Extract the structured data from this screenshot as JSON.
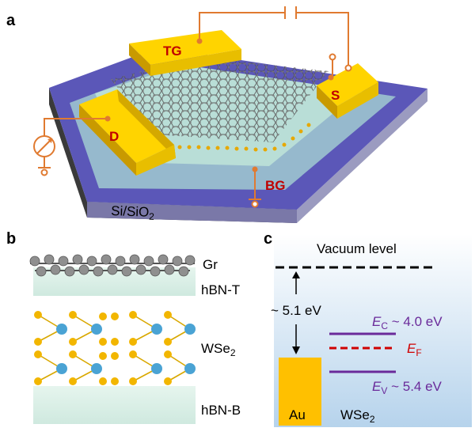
{
  "panel_a": {
    "label": "a",
    "electrodes": {
      "tg": "TG",
      "source": "S",
      "drain": "D",
      "bg": "BG"
    },
    "substrate": "Si/SiO",
    "substrate_sub": "2"
  },
  "panel_b": {
    "label": "b",
    "layers": {
      "gr": "Gr",
      "hbn_t": "hBN-T",
      "wse": "WSe",
      "wse_sub": "2",
      "hbn_b": "hBN-B"
    }
  },
  "panel_c": {
    "label": "c",
    "vacuum": "Vacuum  level",
    "work_function": "~ 5.1 eV",
    "ec_symbol": "E",
    "ec_sub": "C",
    "ec_value": " ~ 4.0 eV",
    "ef_symbol": "E",
    "ef_sub": "F",
    "ev_symbol": "E",
    "ev_sub": "V",
    "ev_value": " ~ 5.4 eV",
    "metal": "Au",
    "semi": "WSe",
    "semi_sub": "2"
  },
  "colors": {
    "gold": "#ffd400",
    "orange": "#e07a30",
    "purple": "#6a2a9a",
    "red": "#d00000",
    "substrate": "#5b57b8"
  }
}
